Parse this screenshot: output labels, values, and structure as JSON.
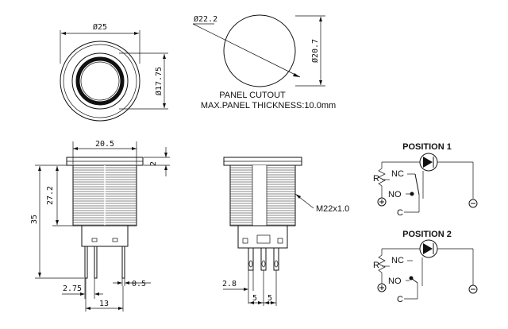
{
  "top_view": {
    "outer_dim": "Ø25",
    "ring_dim": "Ø17.75"
  },
  "cutout": {
    "diameter_dim": "Ø22.2",
    "flat_dim": "Ø20.7",
    "caption_line1": "PANEL CUTOUT",
    "caption_line2": "MAX.PANEL THICKNESS:10.0mm"
  },
  "side_view": {
    "bezel_dim": "20.5",
    "head_dim": "2",
    "total_dim": "35",
    "body_dim": "27.2",
    "pin_offset_dim": "2.75",
    "pin_thickness_dim": "0.5",
    "pin_span_dim": "13"
  },
  "front_view": {
    "thread_label": "M22x1.0",
    "pin_offset_dim": "2.8",
    "pitch1_dim": "5",
    "pitch2_dim": "5"
  },
  "position1": {
    "title": "POSITION 1",
    "r": "R",
    "nc": "NC",
    "no": "NO",
    "c": "C"
  },
  "position2": {
    "title": "POSITION 2",
    "r": "R",
    "nc": "NC",
    "no": "NO",
    "c": "C"
  }
}
